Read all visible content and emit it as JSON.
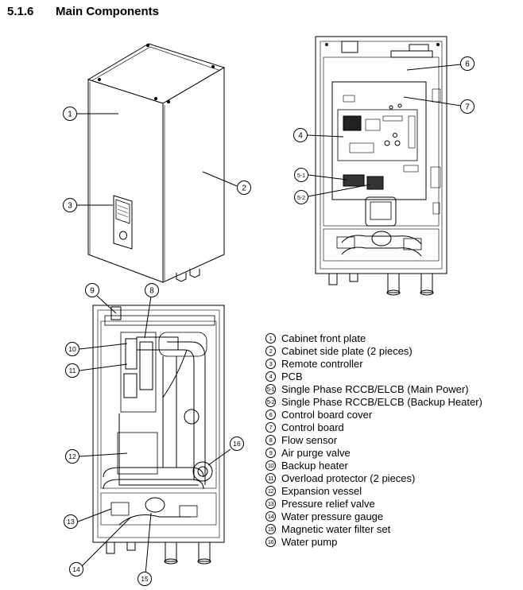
{
  "header": {
    "number": "5.1.6",
    "title": "Main Components"
  },
  "callouts": {
    "c1": "1",
    "c2": "2",
    "c3": "3",
    "c4": "4",
    "c5_1": "5-1",
    "c5_2": "5-2",
    "c6": "6",
    "c7": "7",
    "c8": "8",
    "c9": "9",
    "c10": "10",
    "c11": "11",
    "c12": "12",
    "c13": "13",
    "c14": "14",
    "c15": "15",
    "c16": "16"
  },
  "legend": [
    {
      "marker": "1",
      "label": "Cabinet front plate"
    },
    {
      "marker": "2",
      "label": "Cabinet side plate (2 pieces)"
    },
    {
      "marker": "3",
      "label": "Remote controller"
    },
    {
      "marker": "4",
      "label": "PCB"
    },
    {
      "marker": "5-1",
      "label": "Single Phase RCCB/ELCB (Main Power)"
    },
    {
      "marker": "5-2",
      "label": "Single Phase RCCB/ELCB (Backup Heater)"
    },
    {
      "marker": "6",
      "label": "Control board cover"
    },
    {
      "marker": "7",
      "label": "Control board"
    },
    {
      "marker": "8",
      "label": "Flow sensor"
    },
    {
      "marker": "9",
      "label": "Air purge valve"
    },
    {
      "marker": "10",
      "label": "Backup heater"
    },
    {
      "marker": "11",
      "label": "Overload protector (2 pieces)"
    },
    {
      "marker": "12",
      "label": "Expansion vessel"
    },
    {
      "marker": "13",
      "label": "Pressure relief valve"
    },
    {
      "marker": "14",
      "label": "Water pressure gauge"
    },
    {
      "marker": "15",
      "label": "Magnetic water filter set"
    },
    {
      "marker": "16",
      "label": "Water pump"
    }
  ]
}
